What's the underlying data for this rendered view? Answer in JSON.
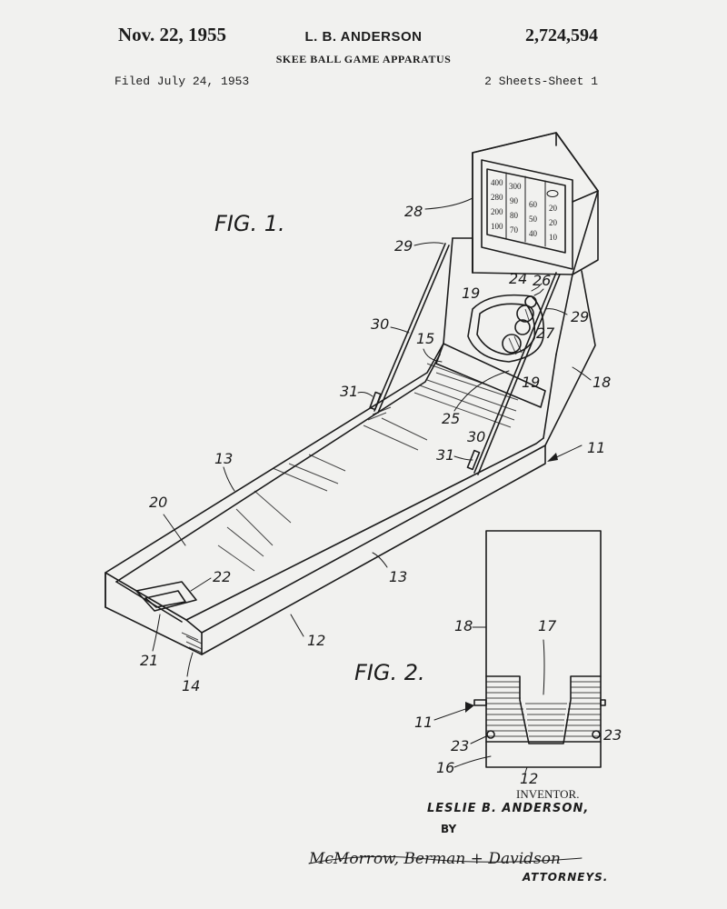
{
  "header": {
    "date": "Nov. 22, 1955",
    "inventor_short": "L. B. ANDERSON",
    "patent_number": "2,724,594",
    "title": "SKEE BALL GAME APPARATUS",
    "filed": "Filed July 24, 1953",
    "sheets": "2 Sheets-Sheet 1"
  },
  "figures": {
    "fig1_label": "FIG. 1.",
    "fig2_label": "FIG. 2."
  },
  "fig1_refs": {
    "r28": "28",
    "r29a": "29",
    "r29b": "29",
    "r30a": "30",
    "r30b": "30",
    "r31a": "31",
    "r31b": "31",
    "r24": "24",
    "r26": "26",
    "r19a": "19",
    "r19b": "19",
    "r15": "15",
    "r27": "27",
    "r25": "25",
    "r18": "18",
    "r11": "11",
    "r13a": "13",
    "r13b": "13",
    "r20": "20",
    "r22": "22",
    "r12": "12",
    "r21": "21",
    "r14": "14"
  },
  "scoreboard": {
    "rows": [
      [
        "400",
        "300",
        "",
        ""
      ],
      [
        "280",
        "90",
        "60",
        "20"
      ],
      [
        "200",
        "80",
        "50",
        "20"
      ],
      [
        "100",
        "70",
        "40",
        "10"
      ]
    ]
  },
  "fig2_refs": {
    "r18": "18",
    "r17": "17",
    "r11": "11",
    "r23a": "23",
    "r23b": "23",
    "r16": "16",
    "r12": "12"
  },
  "signature": {
    "inventor_caption": "INVENTOR.",
    "inventor_name": "LESLIE B. ANDERSON,",
    "by": "BY",
    "attorneys_signature": "McMorrow, Berman + Davidson",
    "attorneys": "ATTORNEYS."
  }
}
